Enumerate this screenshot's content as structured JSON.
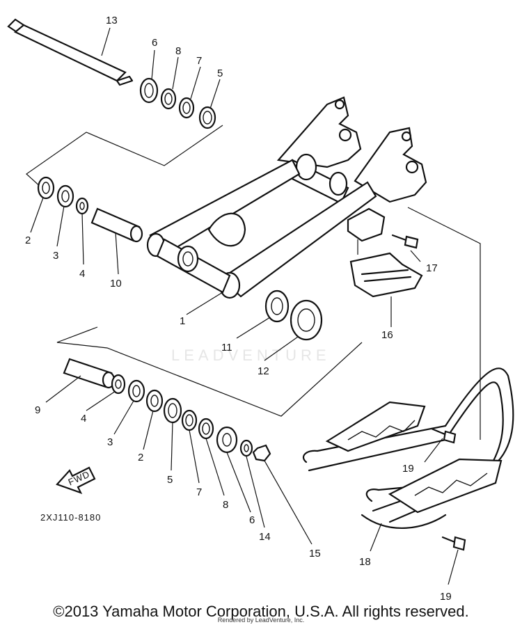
{
  "callouts": {
    "c13": "13",
    "c6a": "6",
    "c8a": "8",
    "c7a": "7",
    "c5a": "5",
    "c2a": "2",
    "c3a": "3",
    "c4a": "4",
    "c10": "10",
    "c1": "1",
    "c11": "11",
    "c12": "12",
    "c16": "16",
    "c17": "17",
    "c9": "9",
    "c4b": "4",
    "c3b": "3",
    "c2b": "2",
    "c5b": "5",
    "c7b": "7",
    "c8b": "8",
    "c6b": "6",
    "c14": "14",
    "c15": "15",
    "c19a": "19",
    "c18": "18",
    "c19b": "19"
  },
  "fwd_label": "FWD",
  "diagram_code": "2XJ110-8180",
  "watermark": "LEADVENTURE",
  "copyright": "©2013 Yamaha Motor Corporation, U.S.A. All rights reserved.",
  "rendered_by": "Rendered by LeadVenture, Inc."
}
